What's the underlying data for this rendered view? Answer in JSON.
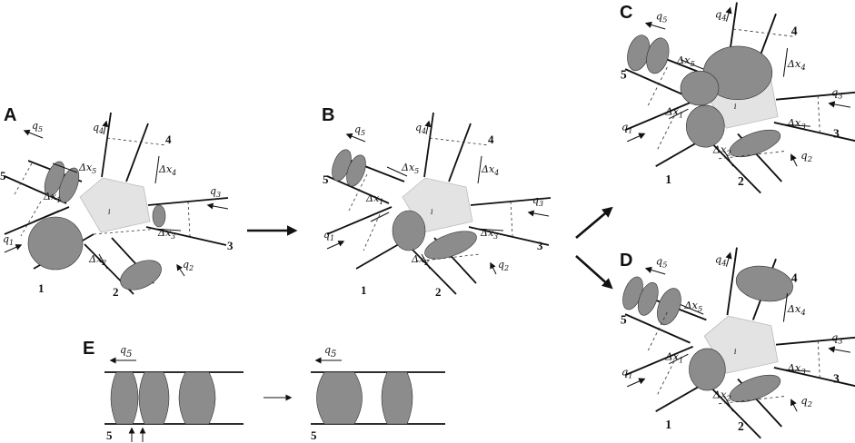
{
  "panels": [
    {
      "id": "A",
      "label": "A"
    },
    {
      "id": "B",
      "label": "B"
    },
    {
      "id": "C",
      "label": "C"
    },
    {
      "id": "D",
      "label": "D"
    },
    {
      "id": "E",
      "label": "E"
    }
  ],
  "junction": {
    "node_label": "i",
    "links": [
      {
        "number": "1",
        "flow_var": "q",
        "flow_sub": "1",
        "dx": "Δx",
        "dx_sub": "1"
      },
      {
        "number": "2",
        "flow_var": "q",
        "flow_sub": "2",
        "dx": "Δx",
        "dx_sub": "2"
      },
      {
        "number": "3",
        "flow_var": "q",
        "flow_sub": "3",
        "dx": "Δx",
        "dx_sub": "3"
      },
      {
        "number": "4",
        "flow_var": "q",
        "flow_sub": "4",
        "dx": "Δx",
        "dx_sub": "4"
      },
      {
        "number": "5",
        "flow_var": "q",
        "flow_sub": "5",
        "dx": "Δx",
        "dx_sub": "5"
      }
    ]
  },
  "panel_e": {
    "flow_var": "q",
    "flow_sub": "5",
    "link_number": "5"
  },
  "colors": {
    "vehicle_fill": "#8c8c8c",
    "node_fill": "#e3e3e3",
    "line": "#111111"
  }
}
